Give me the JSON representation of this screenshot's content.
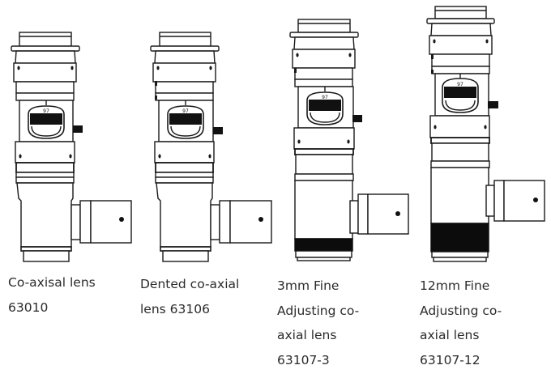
{
  "figure": {
    "background": "#ffffff",
    "stroke_color": "#1a1a1a",
    "dial_label": "97",
    "items": [
      {
        "id": "co-axisal-lens",
        "caption_lines": [
          "Co-axisal lens",
          "63010"
        ],
        "part_number": "63010",
        "variant": "standard",
        "fine_adjust_band": null
      },
      {
        "id": "dented-co-axial-lens",
        "caption_lines": [
          "Dented co-axial",
          "lens 63106"
        ],
        "part_number": "63106",
        "variant": "dented",
        "fine_adjust_band": null
      },
      {
        "id": "3mm-fine-adjusting-co-axial-lens",
        "caption_lines": [
          "3mm Fine",
          "Adjusting co-",
          "axial lens",
          "63107-3"
        ],
        "part_number": "63107-3",
        "variant": "fine-adjust",
        "fine_adjust_band": "3mm"
      },
      {
        "id": "12mm-fine-adjusting-co-axial-lens",
        "caption_lines": [
          "12mm Fine",
          "Adjusting co-",
          "axial lens",
          "63107-12"
        ],
        "part_number": "63107-12",
        "variant": "fine-adjust",
        "fine_adjust_band": "12mm"
      }
    ]
  }
}
